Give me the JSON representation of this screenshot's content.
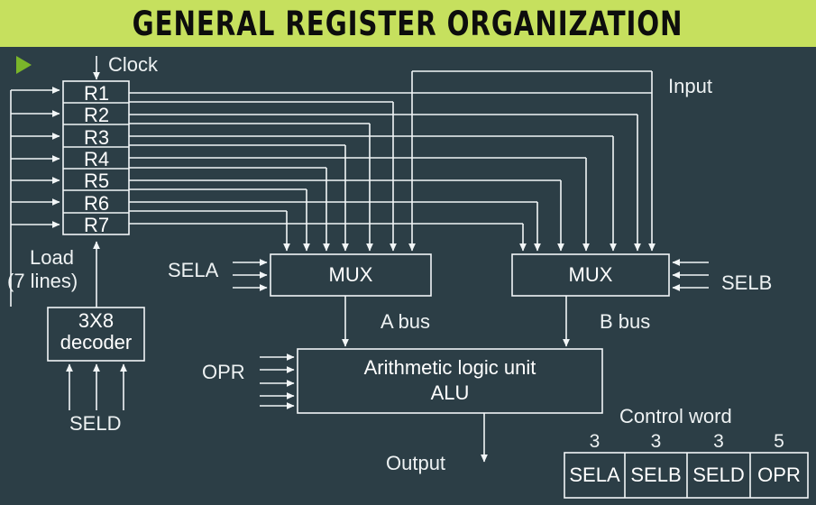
{
  "banner": {
    "title": "GENERAL REGISTER ORGANIZATION",
    "bg_color": "#c6e05e",
    "text_color": "#0d0d0d"
  },
  "theme": {
    "background": "#2c3e46",
    "line_color": "#f2f6f7",
    "text_color": "#eef2f3",
    "accent_green": "#7ab52a"
  },
  "diagram": {
    "play_marker": "play-triangle",
    "clock_label": "Clock",
    "input_label": "Input",
    "output_label": "Output",
    "load_label_line1": "Load",
    "load_label_line2": "(7 lines)",
    "registers": [
      "R1",
      "R2",
      "R3",
      "R4",
      "R5",
      "R6",
      "R7"
    ],
    "decoder": {
      "line1": "3X8",
      "line2": "decoder",
      "select_label": "SELD",
      "select_lines": 3
    },
    "mux_a": {
      "label": "MUX",
      "select_label": "SELA",
      "select_lines": 3,
      "bus_label": "A bus",
      "data_inputs": 8
    },
    "mux_b": {
      "label": "MUX",
      "select_label": "SELB",
      "select_lines": 3,
      "bus_label": "B bus",
      "data_inputs": 8
    },
    "alu": {
      "line1": "Arithmetic logic unit",
      "line2": "ALU",
      "opr_label": "OPR",
      "opr_lines": 5
    }
  },
  "control_word": {
    "title": "Control word",
    "widths": [
      "3",
      "3",
      "3",
      "5"
    ],
    "fields": [
      "SELA",
      "SELB",
      "SELD",
      "OPR"
    ]
  }
}
